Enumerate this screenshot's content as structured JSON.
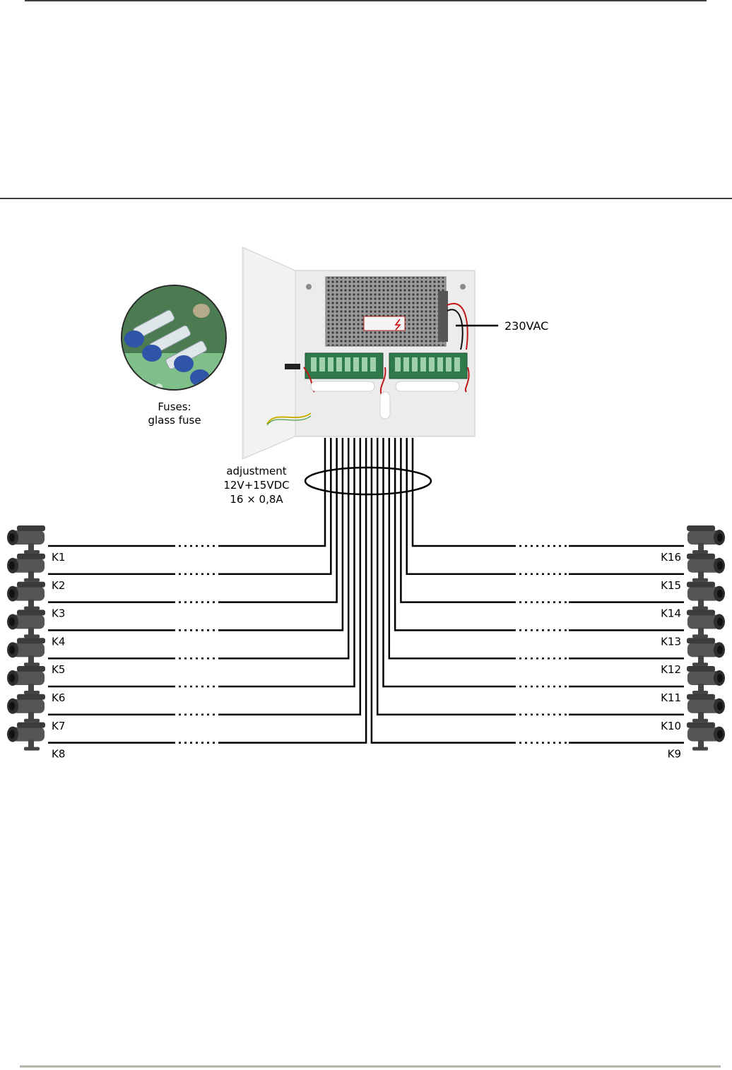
{
  "labels": {
    "fuse_title": "Fuses:",
    "fuse_type": "glass fuse",
    "mains": "230VAC",
    "adjust_1": "adjustment",
    "adjust_2": "12V+15VDC",
    "adjust_3": "16 × 0,8A"
  },
  "channels_left": [
    "K1",
    "K2",
    "K3",
    "K4",
    "K5",
    "K6",
    "K7",
    "K8"
  ],
  "channels_right": [
    "K16",
    "K15",
    "K14",
    "K13",
    "K12",
    "K11",
    "K10",
    "K9"
  ],
  "colors": {
    "rule": "#000000",
    "footer_rule": "#b0b0a8",
    "enclosure": "#ececec",
    "pcb": "#2f7a4a",
    "psu": "#8e8e8e",
    "wire": "#000000"
  },
  "icons": {
    "camera": "cctv-camera-icon",
    "fuse_photo": "fuse-closeup-image"
  }
}
